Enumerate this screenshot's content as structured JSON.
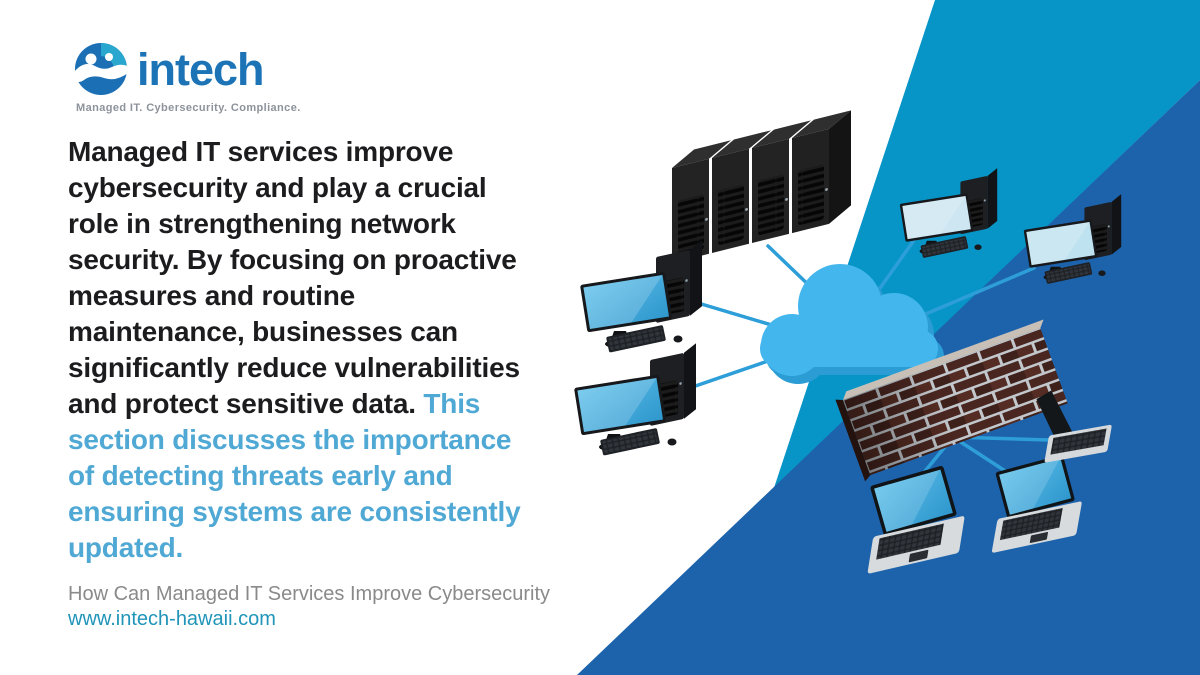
{
  "logo": {
    "name": "intech",
    "tagline": "Managed IT. Cybersecurity. Compliance."
  },
  "paragraph": {
    "dark_text": "Managed IT services improve\ncybersecurity and play a crucial\nrole in strengthening network\nsecurity. By focusing on proactive\nmeasures and routine\nmaintenance, businesses can\nsignificantly reduce vulnerabilities\nand protect sensitive data. ",
    "highlight_text": "This\nsection discusses the importance\nof detecting threats early and\nensuring systems are consistently\nupdated."
  },
  "footer": {
    "title": "How Can Managed IT Services Improve Cybersecurity",
    "url": "www.intech-hawaii.com"
  },
  "colors": {
    "heading_text": "#1c1c1e",
    "highlight_text": "#4fa9d4",
    "footer_title": "#8a8a8a",
    "footer_url": "#2095b9",
    "logo_blue": "#1c73b6",
    "tagline_gray": "#8d939b",
    "band_light_blue": "#0795c7",
    "wedge_dark_blue": "#1d63ac",
    "cloud_blue": "#44b6ee",
    "connection_line": "#2d9ed8"
  },
  "illustration": {
    "description": "network diagram: servers and computers connected through a cloud protected by a brick firewall",
    "nodes": [
      {
        "icon": "server-rack-icon"
      },
      {
        "icon": "cloud-icon"
      },
      {
        "icon": "firewall-brick-wall-icon"
      },
      {
        "icon": "desktop-computer-icon"
      },
      {
        "icon": "desktop-computer-icon"
      },
      {
        "icon": "desktop-computer-icon"
      },
      {
        "icon": "desktop-computer-icon"
      },
      {
        "icon": "laptop-icon"
      },
      {
        "icon": "laptop-icon"
      },
      {
        "icon": "laptop-icon"
      }
    ]
  }
}
